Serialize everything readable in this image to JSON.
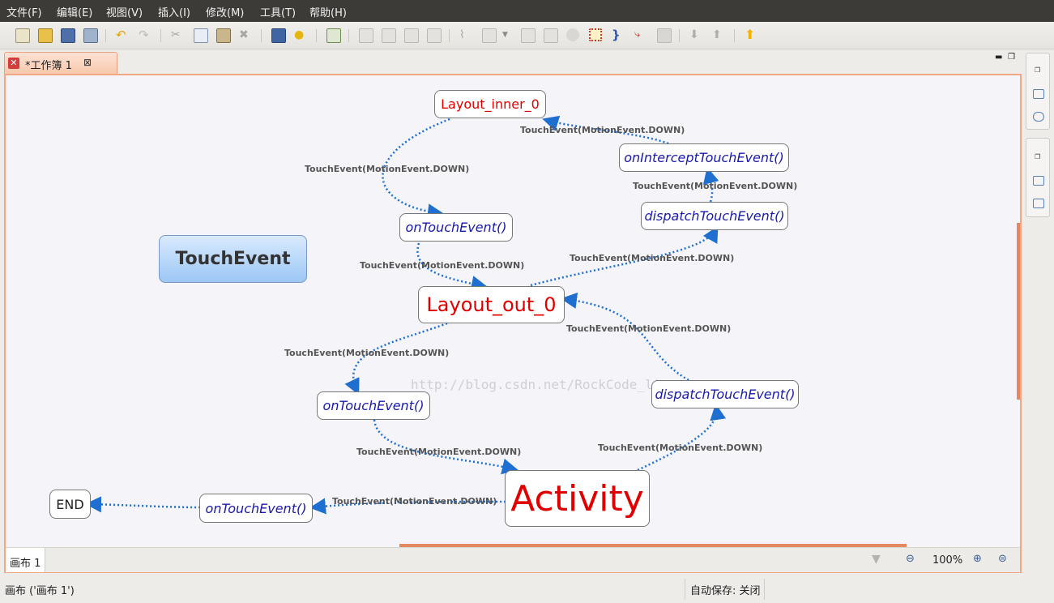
{
  "menu": [
    "文件(F)",
    "编辑(E)",
    "视图(V)",
    "插入(I)",
    "修改(M)",
    "工具(T)",
    "帮助(H)"
  ],
  "toolbar_icons": [
    "new-file-icon",
    "open-folder-icon",
    "save-icon",
    "print-icon",
    "undo-icon",
    "redo-icon",
    "cut-icon",
    "copy-icon",
    "paste-icon",
    "delete-icon",
    "presentation-icon",
    "idea-bulb-icon",
    "insert-topic-icon",
    "add-subtopic-icon",
    "add-sibling-icon",
    "add-parent-icon",
    "add-floating-icon",
    "attach-icon",
    "image-icon",
    "dropdown-arrow-icon",
    "align-icon",
    "note-icon",
    "marker-icon",
    "boundary-icon",
    "summary-icon",
    "relationship-icon",
    "stop-icon",
    "drill-down-icon",
    "drill-up-icon",
    "go-home-icon"
  ],
  "tab": {
    "title": "*工作簿 1"
  },
  "nodes": {
    "layout_inner": "Layout_inner_0",
    "intercept": "onInterceptTouchEvent()",
    "dispatch_inner": "dispatchTouchEvent()",
    "ontouch_inner": "onTouchEvent()",
    "touchevent": "TouchEvent",
    "layout_out": "Layout_out_0",
    "ontouch_out": "onTouchEvent()",
    "dispatch_out": "dispatchTouchEvent()",
    "activity": "Activity",
    "ontouch_activity": "onTouchEvent()",
    "end": "END"
  },
  "edge_label": "TouchEvent(MotionEvent.DOWN)",
  "watermark": "http://blog.csdn.net/RockCode_li",
  "sheet": {
    "tab_label": "画布 1",
    "zoom": "100%"
  },
  "status": {
    "left": "画布 ('画布 1')",
    "autosave": "自动保存: 关闭"
  },
  "colors": {
    "edge": "#1f6fd1",
    "node_text_red": "#e00000",
    "node_text_blue": "#1a1aa8",
    "tab_accent": "#f0a884"
  }
}
